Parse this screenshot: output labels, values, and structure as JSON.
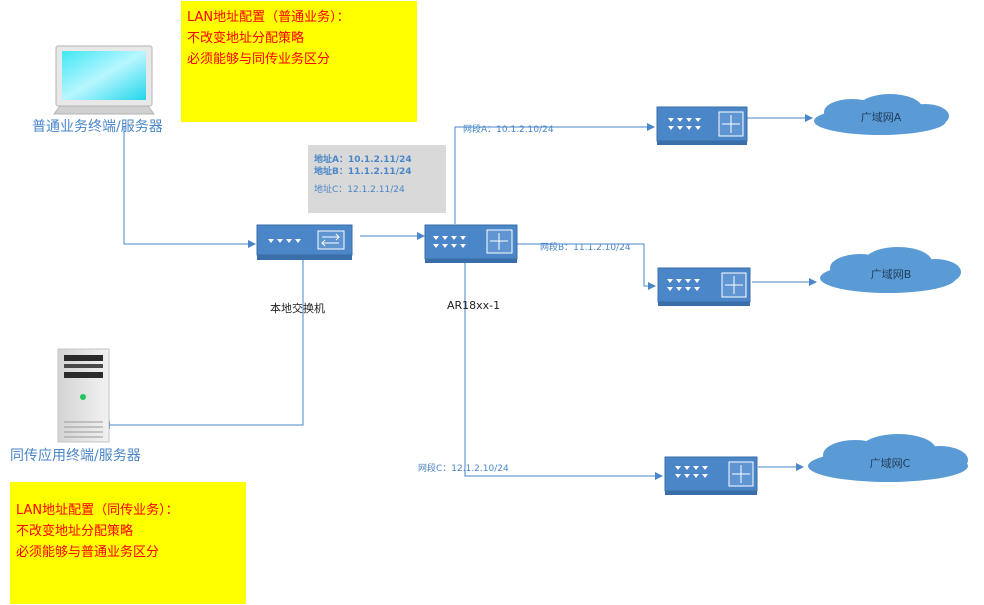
{
  "notes": {
    "top": {
      "line1": "LAN地址配置（普通业务）：",
      "line2": "不改变地址分配策略",
      "line3": "必须能够与同传业务区分"
    },
    "bottom": {
      "line1": "LAN地址配置（同传业务）：",
      "line2": "不改变地址分配策略",
      "line3": "必须能够与普通业务区分"
    }
  },
  "addresses": {
    "a": "地址A：10.1.2.11/24",
    "b": "地址B：11.1.2.11/24",
    "c": "地址C：12.1.2.11/24"
  },
  "devices": {
    "pc_label": "普通业务终端/服务器",
    "server_label": "同传应用终端/服务器",
    "switch_label": "本地交换机",
    "router_label": "AR18xx-1"
  },
  "segments": {
    "a": "网段A：10.1.2.10/24",
    "b": "网段B：11.1.2.10/24",
    "c": "网段C：12.1.2.10/24"
  },
  "wans": {
    "a": "广域网A",
    "b": "广域网B",
    "c": "广域网C"
  },
  "colors": {
    "line": "#4a86c8",
    "device_fill": "#4a86c8",
    "cloud_fill": "#5b9bd5",
    "note_bg": "#ffff00",
    "note_text": "#ff0000"
  }
}
